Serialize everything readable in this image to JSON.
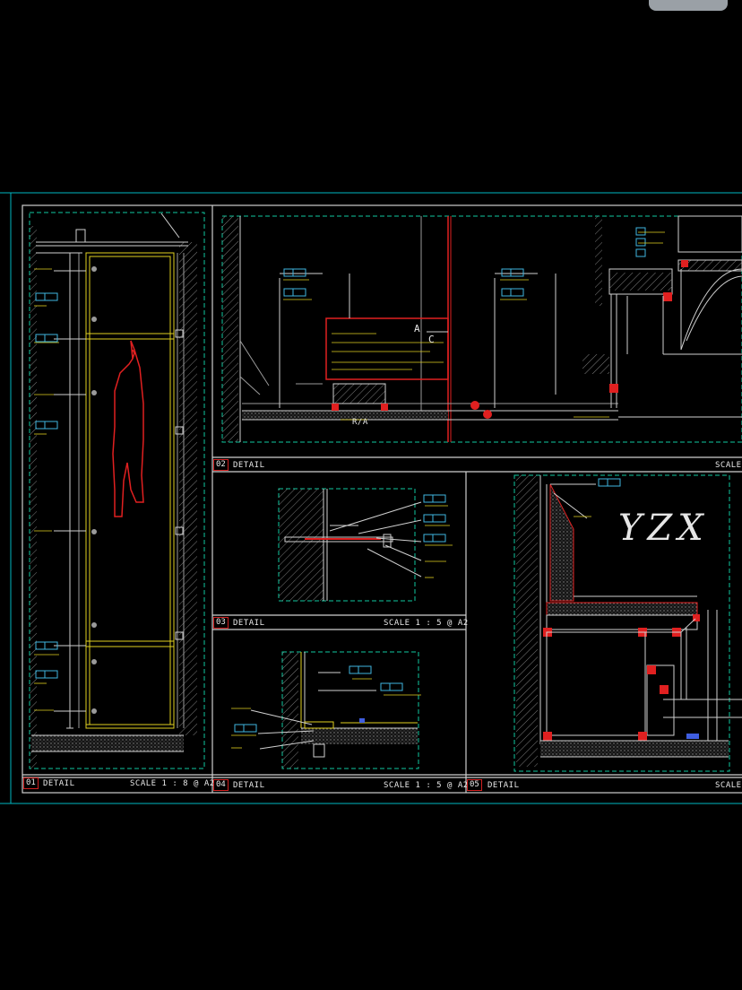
{
  "watermark": "YZX",
  "details": [
    {
      "num": "01",
      "title": "DETAIL",
      "scale": "SCALE 1 : 8 @ A2"
    },
    {
      "num": "02",
      "title": "DETAIL",
      "scale": "SCALE"
    },
    {
      "num": "03",
      "title": "DETAIL",
      "scale": "SCALE 1 : 5 @ A2"
    },
    {
      "num": "04",
      "title": "DETAIL",
      "scale": "SCALE 1 : 5 @ A2"
    },
    {
      "num": "05",
      "title": "DETAIL",
      "scale": "SCALE"
    }
  ],
  "markers": {
    "a": "A",
    "c": "C",
    "ra": "R/A"
  },
  "colors": {
    "frame": "#00b7c2",
    "panel": "#cfcfcf",
    "dash": "#10c8a0",
    "yellow": "#e0d020",
    "red": "#e02020",
    "hatch": "#8a8a8a",
    "cyan": "#3fb6e0"
  }
}
